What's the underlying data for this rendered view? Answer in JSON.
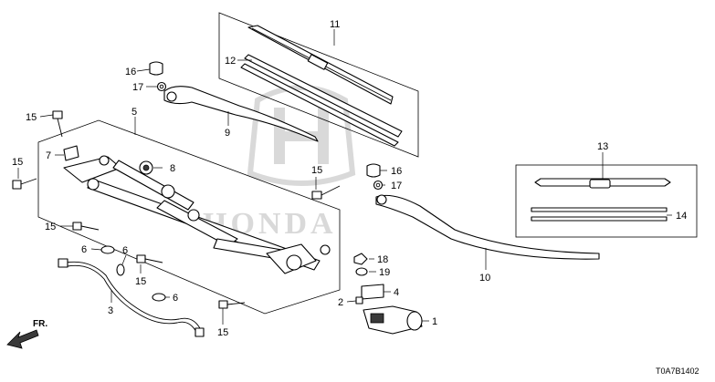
{
  "diagram": {
    "reference_code": "T0A7B1402",
    "direction_label": "FR.",
    "watermark_brand": "HONDA"
  },
  "callouts": {
    "c1": "1",
    "c2": "2",
    "c3": "3",
    "c4": "4",
    "c5": "5",
    "c6a": "6",
    "c6b": "6",
    "c6c": "6",
    "c7": "7",
    "c8": "8",
    "c9": "9",
    "c10": "10",
    "c11": "11",
    "c12": "12",
    "c13": "13",
    "c14": "14",
    "c15a": "15",
    "c15b": "15",
    "c15c": "15",
    "c15d": "15",
    "c15e": "15",
    "c15f": "15",
    "c16a": "16",
    "c16b": "16",
    "c17a": "17",
    "c17b": "17",
    "c18": "18",
    "c19": "19"
  }
}
